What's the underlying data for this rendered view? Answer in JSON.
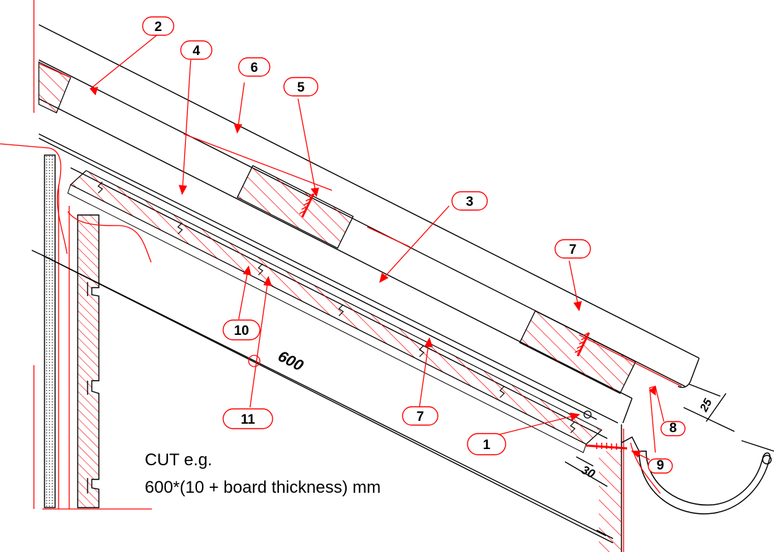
{
  "callouts": [
    {
      "id": "2",
      "label": "2"
    },
    {
      "id": "4",
      "label": "4"
    },
    {
      "id": "6",
      "label": "6"
    },
    {
      "id": "5",
      "label": "5"
    },
    {
      "id": "3",
      "label": "3"
    },
    {
      "id": "7a",
      "label": "7"
    },
    {
      "id": "10",
      "label": "10"
    },
    {
      "id": "11",
      "label": "11"
    },
    {
      "id": "7b",
      "label": "7"
    },
    {
      "id": "1",
      "label": "1"
    },
    {
      "id": "8",
      "label": "8"
    },
    {
      "id": "9",
      "label": "9"
    }
  ],
  "dimensions": {
    "length": "600",
    "thickness": "30",
    "edge": "25"
  },
  "note": {
    "line1": "CUT e.g.",
    "line2": "600*(10 + board thickness) mm"
  },
  "colors": {
    "line": "#000000",
    "annotation": "#ff0000",
    "background": "#ffffff"
  }
}
